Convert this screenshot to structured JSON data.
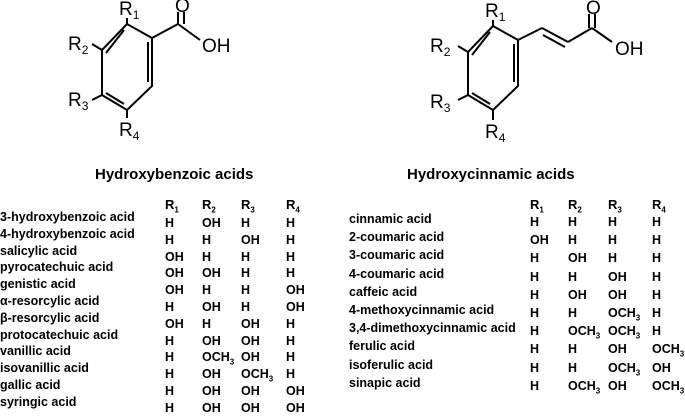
{
  "benzoic": {
    "title": "Hydroxybenzoic acids",
    "structure_labels": {
      "r1": "R",
      "r1_sub": "1",
      "r2": "R",
      "r2_sub": "2",
      "r3": "R",
      "r3_sub": "3",
      "r4": "R",
      "r4_sub": "4",
      "acid": "OH",
      "carbonyl": "O"
    },
    "columns": [
      {
        "label": "R",
        "sub": "1"
      },
      {
        "label": "R",
        "sub": "2"
      },
      {
        "label": "R",
        "sub": "3"
      },
      {
        "label": "R",
        "sub": "4"
      }
    ],
    "rows": [
      {
        "name": "3-hydroxybenzoic acid",
        "values": [
          "H",
          "OH",
          "H",
          "H"
        ]
      },
      {
        "name": "4-hydroxybenzoic acid",
        "values": [
          "H",
          "H",
          "OH",
          "H"
        ]
      },
      {
        "name": "salicylic acid",
        "values": [
          "OH",
          "H",
          "H",
          "H"
        ]
      },
      {
        "name": "pyrocatechuic acid",
        "values": [
          "OH",
          "OH",
          "H",
          "H"
        ]
      },
      {
        "name": "genistic acid",
        "values": [
          "OH",
          "H",
          "H",
          "OH"
        ]
      },
      {
        "name": "α-resorcylic acid",
        "values": [
          "H",
          "OH",
          "H",
          "OH"
        ]
      },
      {
        "name": "β-resorcylic acid",
        "values": [
          "OH",
          "H",
          "OH",
          "H"
        ]
      },
      {
        "name": "protocatechuic acid",
        "values": [
          "H",
          "OH",
          "OH",
          "H"
        ]
      },
      {
        "name": "vanillic acid",
        "values": [
          "H",
          "OCH3",
          "OH",
          "H"
        ]
      },
      {
        "name": "isovanillic acid",
        "values": [
          "H",
          "OH",
          "OCH3",
          "H"
        ]
      },
      {
        "name": "gallic acid",
        "values": [
          "H",
          "OH",
          "OH",
          "OH"
        ]
      },
      {
        "name": "syringic acid",
        "values": [
          "H",
          "OH",
          "OH",
          "OH"
        ]
      }
    ]
  },
  "cinnamic": {
    "title": "Hydroxycinnamic acids",
    "structure_labels": {
      "r1": "R",
      "r1_sub": "1",
      "r2": "R",
      "r2_sub": "2",
      "r3": "R",
      "r3_sub": "3",
      "r4": "R",
      "r4_sub": "4",
      "acid": "OH",
      "carbonyl": "O"
    },
    "columns": [
      {
        "label": "R",
        "sub": "1"
      },
      {
        "label": "R",
        "sub": "2"
      },
      {
        "label": "R",
        "sub": "3"
      },
      {
        "label": "R",
        "sub": "4"
      }
    ],
    "rows": [
      {
        "name": "cinnamic acid",
        "values": [
          "H",
          "H",
          "H",
          "H"
        ]
      },
      {
        "name": "2-coumaric acid",
        "values": [
          "OH",
          "H",
          "H",
          "H"
        ]
      },
      {
        "name": "3-coumaric acid",
        "values": [
          "H",
          "OH",
          "H",
          "H"
        ]
      },
      {
        "name": "4-coumaric acid",
        "values": [
          "H",
          "H",
          "OH",
          "H"
        ]
      },
      {
        "name": "caffeic acid",
        "values": [
          "H",
          "OH",
          "OH",
          "H"
        ]
      },
      {
        "name": "4-methoxycinnamic acid",
        "values": [
          "H",
          "H",
          "OCH3",
          "H"
        ]
      },
      {
        "name": "3,4-dimethoxycinnamic acid",
        "values": [
          "H",
          "OCH3",
          "OCH3",
          "H"
        ]
      },
      {
        "name": "ferulic acid",
        "values": [
          "H",
          "H",
          "OH",
          "OCH3"
        ]
      },
      {
        "name": "isoferulic acid",
        "values": [
          "H",
          "H",
          "OCH3",
          "OH"
        ]
      },
      {
        "name": "sinapic acid",
        "values": [
          "H",
          "OCH3",
          "OH",
          "OCH3"
        ]
      }
    ]
  }
}
